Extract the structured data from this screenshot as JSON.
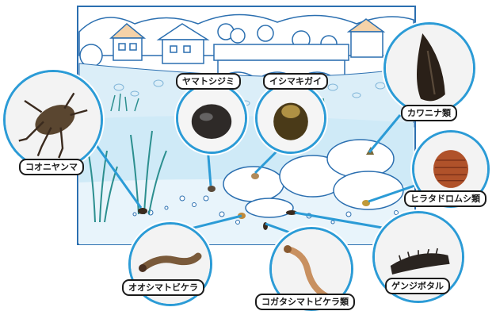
{
  "labels": {
    "kooniyanma": "コオニヤンマ",
    "yamatoshijimi": "ヤマトシジミ",
    "ishimakigai": "イシマキガイ",
    "kawanina": "カワニナ類",
    "hiratadoromushi": "ヒラタドロムシ類",
    "genjibotaru": "ゲンジボタル",
    "kogatashimatobikera": "コガタシマトビケラ類",
    "ooshimatobikera": "オオシマトビケラ"
  },
  "colors": {
    "accent_ring": "#2b9bd6",
    "sky": "#ffffff",
    "water": "#cfeaf7",
    "grass": "#2c8f8f",
    "bank": "#dbeef8"
  }
}
